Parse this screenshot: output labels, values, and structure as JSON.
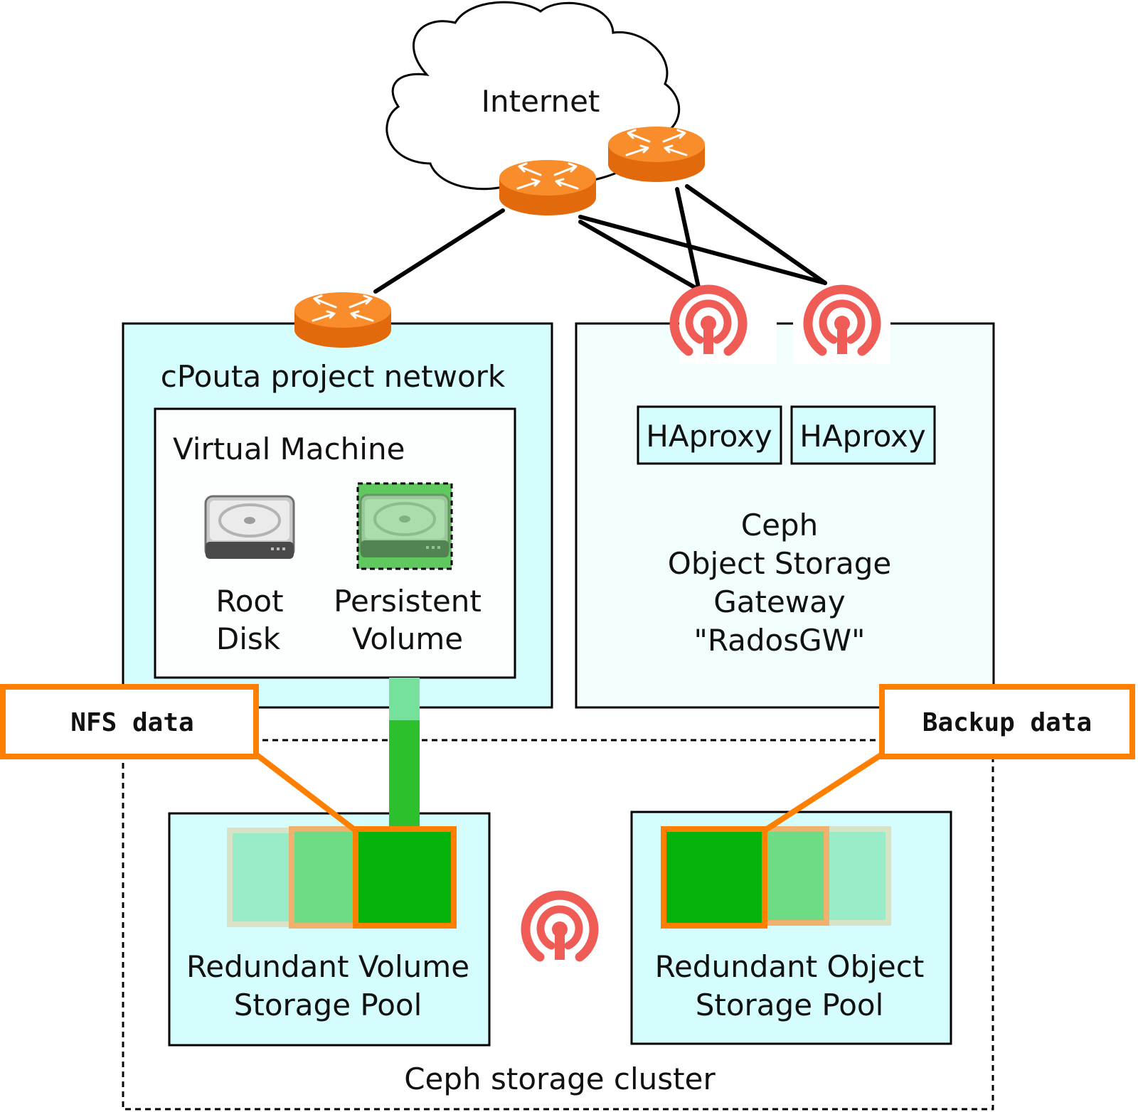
{
  "labels": {
    "internet": "Internet",
    "project_network": "cPouta project network",
    "virtual_machine": "Virtual Machine",
    "root_disk": [
      "Root",
      "Disk"
    ],
    "persistent_volume": [
      "Persistent",
      "Volume"
    ],
    "haproxy_1": "HAproxy",
    "haproxy_2": "HAproxy",
    "radosgw": [
      "Ceph",
      "Object Storage",
      "Gateway",
      "\"RadosGW\""
    ],
    "nfs_data": "NFS data",
    "backup_data": "Backup data",
    "volume_pool": [
      "Redundant Volume",
      "Storage Pool"
    ],
    "object_pool": [
      "Redundant Object",
      "Storage Pool"
    ],
    "cluster": "Ceph storage cluster"
  },
  "icons": {
    "router": "router-icon",
    "ceph": "ceph-logo-icon",
    "disk": "hard-disk-icon"
  },
  "colors": {
    "router_orange": "#f77f16",
    "callout_orange": "#ff7f00",
    "ceph_red": "#ef5c55",
    "panel_cyan": "#d5fdfd",
    "volume_green": "#2cc02c",
    "block_green": "#06b30c"
  }
}
